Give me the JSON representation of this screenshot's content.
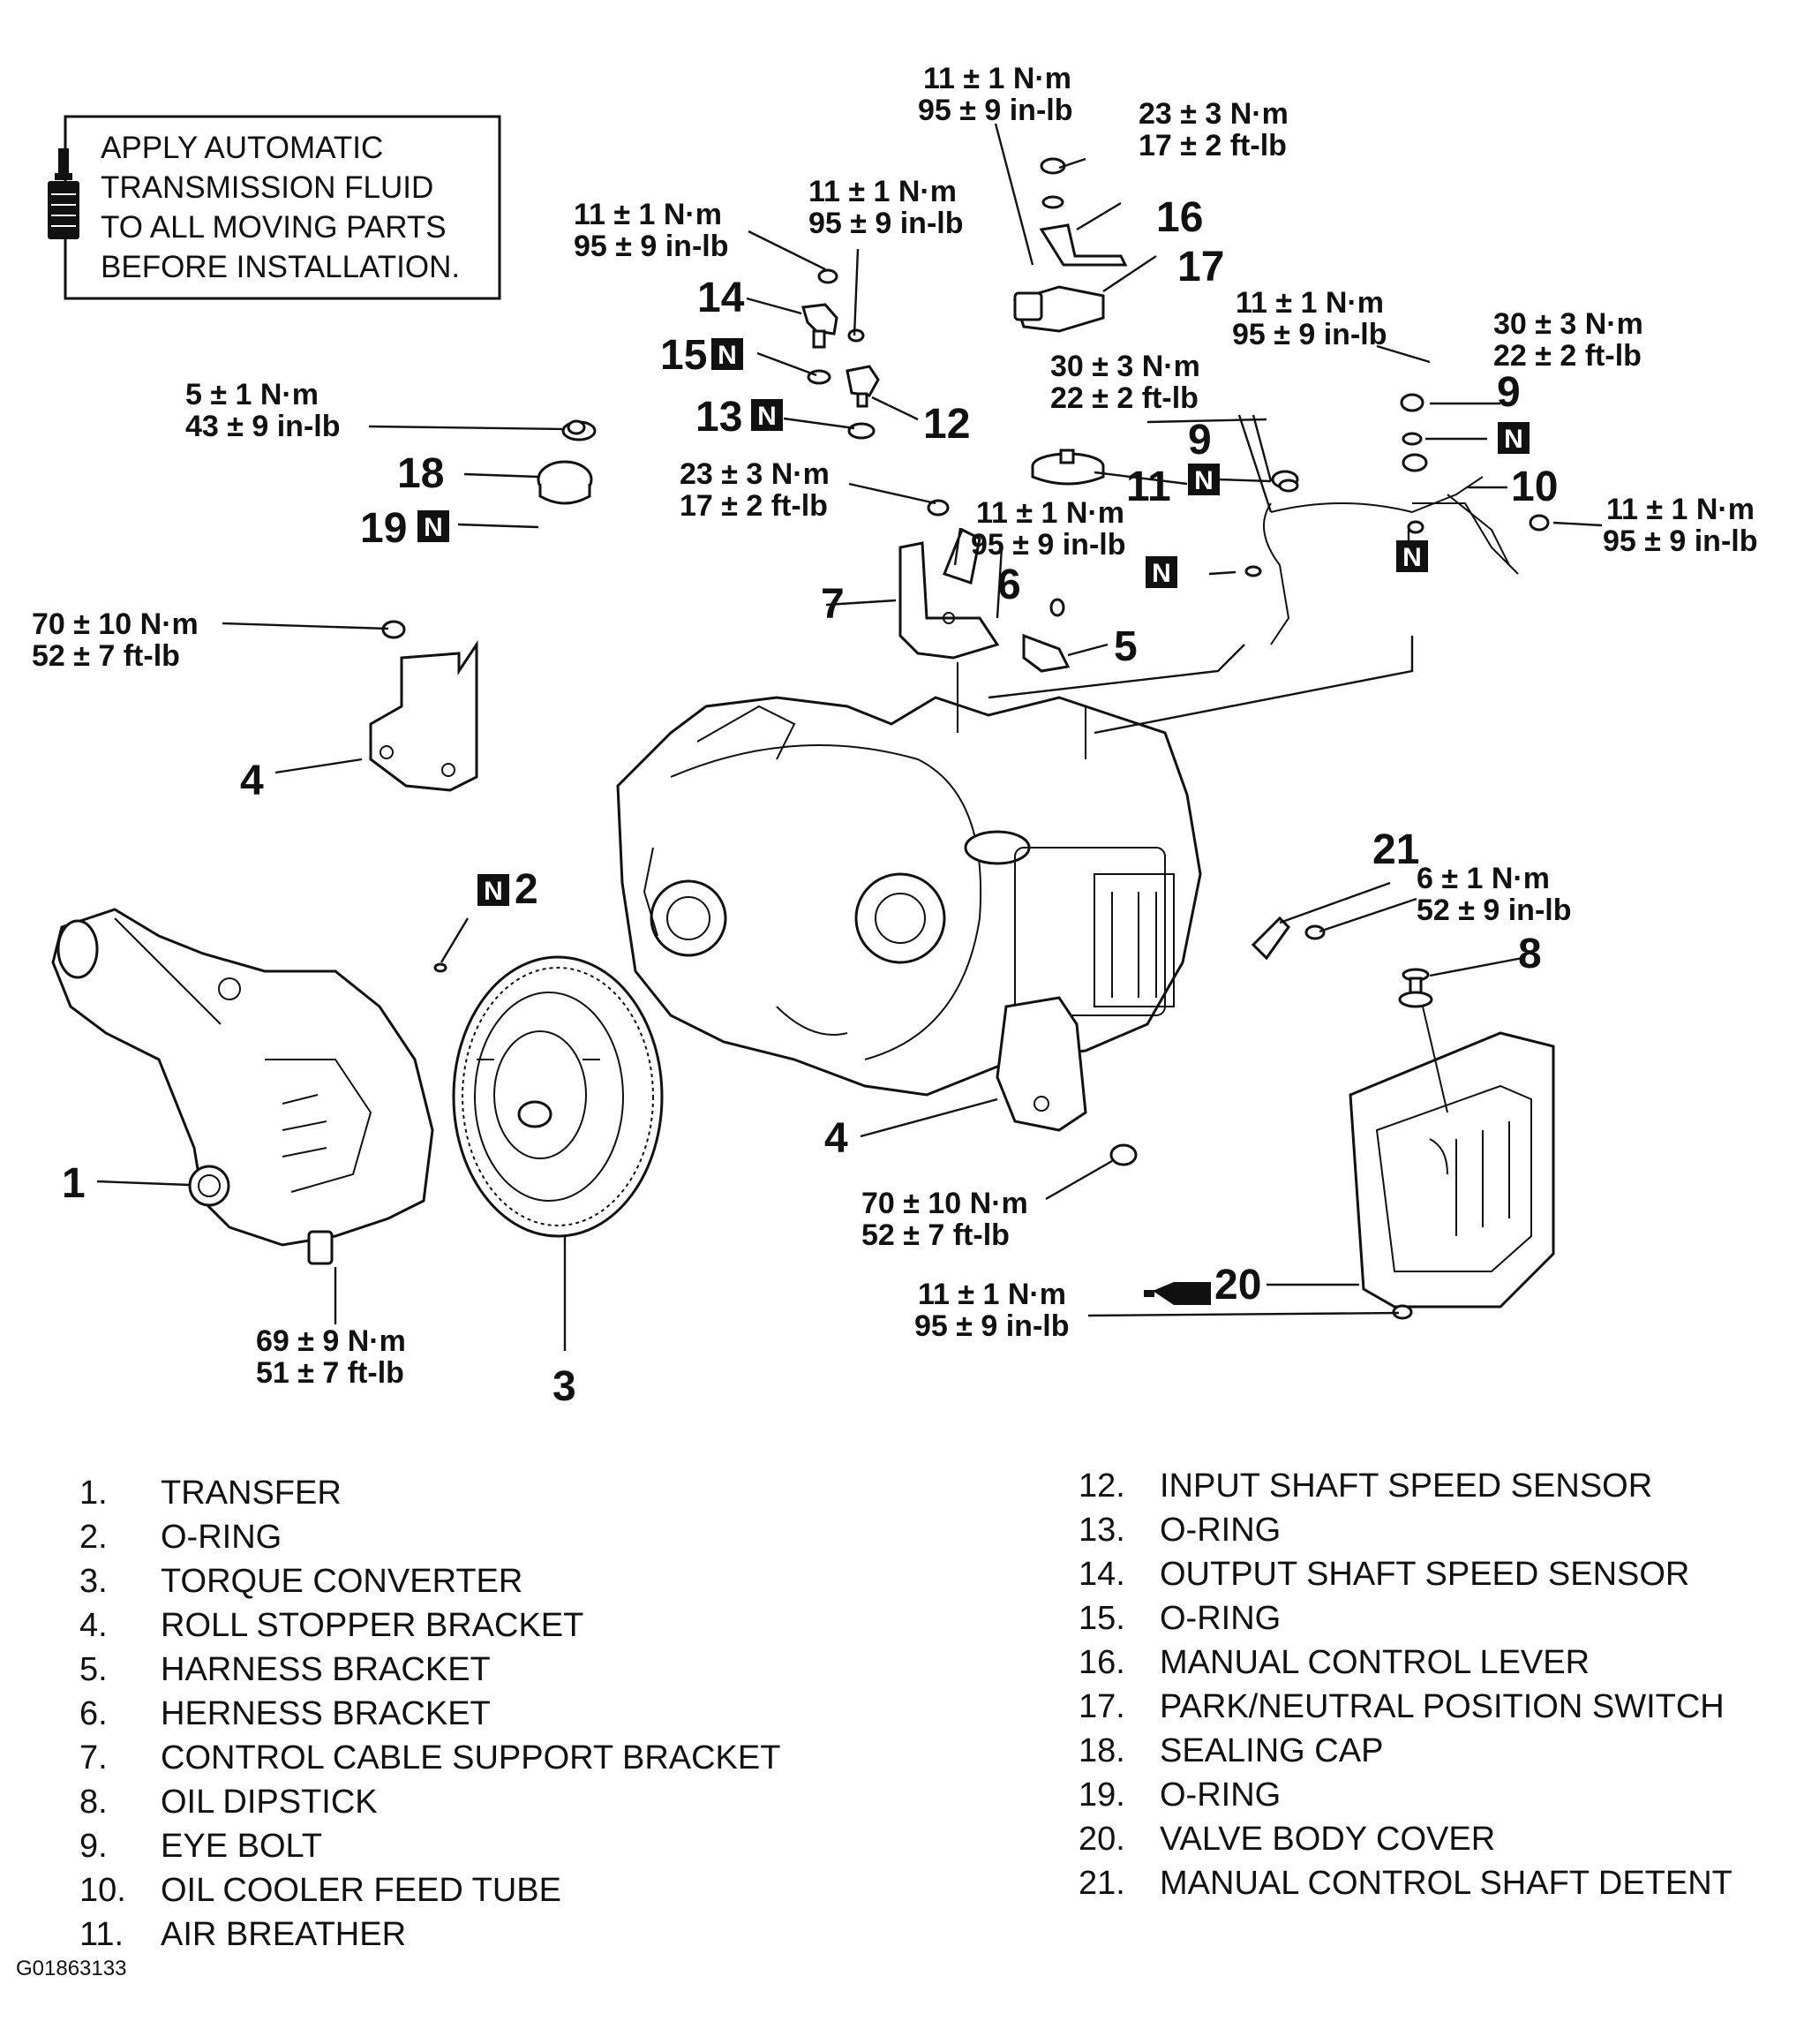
{
  "note": {
    "lines": [
      "APPLY AUTOMATIC",
      "TRANSMISSION FLUID",
      "TO ALL MOVING PARTS",
      "BEFORE INSTALLATION."
    ]
  },
  "torque_specs": {
    "t_top1": [
      "11 ± 1 N·m",
      "95 ± 9 in-lb"
    ],
    "t_top2": [
      "23 ± 3 N·m",
      "17 ± 2 ft-lb"
    ],
    "t_14": [
      "11 ± 1 N·m",
      "95 ± 9 in-lb"
    ],
    "t_12": [
      "11 ± 1 N·m",
      "95 ± 9 in-lb"
    ],
    "t_detent": [
      "11 ± 1 N·m",
      "95 ± 9 in-lb"
    ],
    "t_9r": [
      "30 ± 3 N·m",
      "22 ± 2 ft-lb"
    ],
    "t_9l": [
      "30 ± 3 N·m",
      "22 ± 2 ft-lb"
    ],
    "t_18": [
      "5 ± 1 N·m",
      "43 ± 9 in-lb"
    ],
    "t_6a": [
      "23 ± 3 N·m",
      "17 ± 2 ft-lb"
    ],
    "t_6b": [
      "11 ± 1 N·m",
      "95 ± 9 in-lb"
    ],
    "t_10": [
      "11 ± 1 N·m",
      "95 ± 9 in-lb"
    ],
    "t_4top": [
      "70 ± 10 N·m",
      "52 ± 7 ft-lb"
    ],
    "t_21": [
      "6 ± 1 N·m",
      "52 ± 9 in-lb"
    ],
    "t_4bot": [
      "70 ± 10 N·m",
      "52 ± 7 ft-lb"
    ],
    "t_20": [
      "11 ± 1 N·m",
      "95 ± 9 in-lb"
    ],
    "t_1": [
      "69 ± 9 N·m",
      "51 ± 7 ft-lb"
    ]
  },
  "callouts": {
    "c1": "1",
    "c2": "2",
    "c3": "3",
    "c4a": "4",
    "c4b": "4",
    "c5": "5",
    "c6": "6",
    "c7": "7",
    "c8": "8",
    "c9a": "9",
    "c9b": "9",
    "c10": "10",
    "c11": "11",
    "c12": "12",
    "c13": "13",
    "c14": "14",
    "c15": "15",
    "c16": "16",
    "c17": "17",
    "c18": "18",
    "c19": "19",
    "c20": "20",
    "c21": "21"
  },
  "n_mark": "N",
  "legend": {
    "left": [
      {
        "num": "1.",
        "label": "TRANSFER"
      },
      {
        "num": "2.",
        "label": "O-RING"
      },
      {
        "num": "3.",
        "label": "TORQUE CONVERTER"
      },
      {
        "num": "4.",
        "label": "ROLL STOPPER BRACKET"
      },
      {
        "num": "5.",
        "label": "HARNESS BRACKET"
      },
      {
        "num": "6.",
        "label": "HERNESS BRACKET"
      },
      {
        "num": "7.",
        "label": "CONTROL CABLE SUPPORT BRACKET"
      },
      {
        "num": "8.",
        "label": "OIL DIPSTICK"
      },
      {
        "num": "9.",
        "label": "EYE BOLT"
      },
      {
        "num": "10.",
        "label": "OIL COOLER FEED TUBE"
      },
      {
        "num": "11.",
        "label": "AIR BREATHER"
      }
    ],
    "right": [
      {
        "num": "12.",
        "label": "INPUT SHAFT SPEED SENSOR"
      },
      {
        "num": "13.",
        "label": "O-RING"
      },
      {
        "num": "14.",
        "label": "OUTPUT SHAFT SPEED SENSOR"
      },
      {
        "num": "15.",
        "label": "O-RING"
      },
      {
        "num": "16.",
        "label": "MANUAL CONTROL LEVER"
      },
      {
        "num": "17.",
        "label": "PARK/NEUTRAL POSITION SWITCH"
      },
      {
        "num": "18.",
        "label": "SEALING CAP"
      },
      {
        "num": "19.",
        "label": "O-RING"
      },
      {
        "num": "20.",
        "label": "VALVE BODY COVER"
      },
      {
        "num": "21.",
        "label": "MANUAL CONTROL SHAFT DETENT"
      }
    ]
  },
  "figure_id": "G01863133"
}
